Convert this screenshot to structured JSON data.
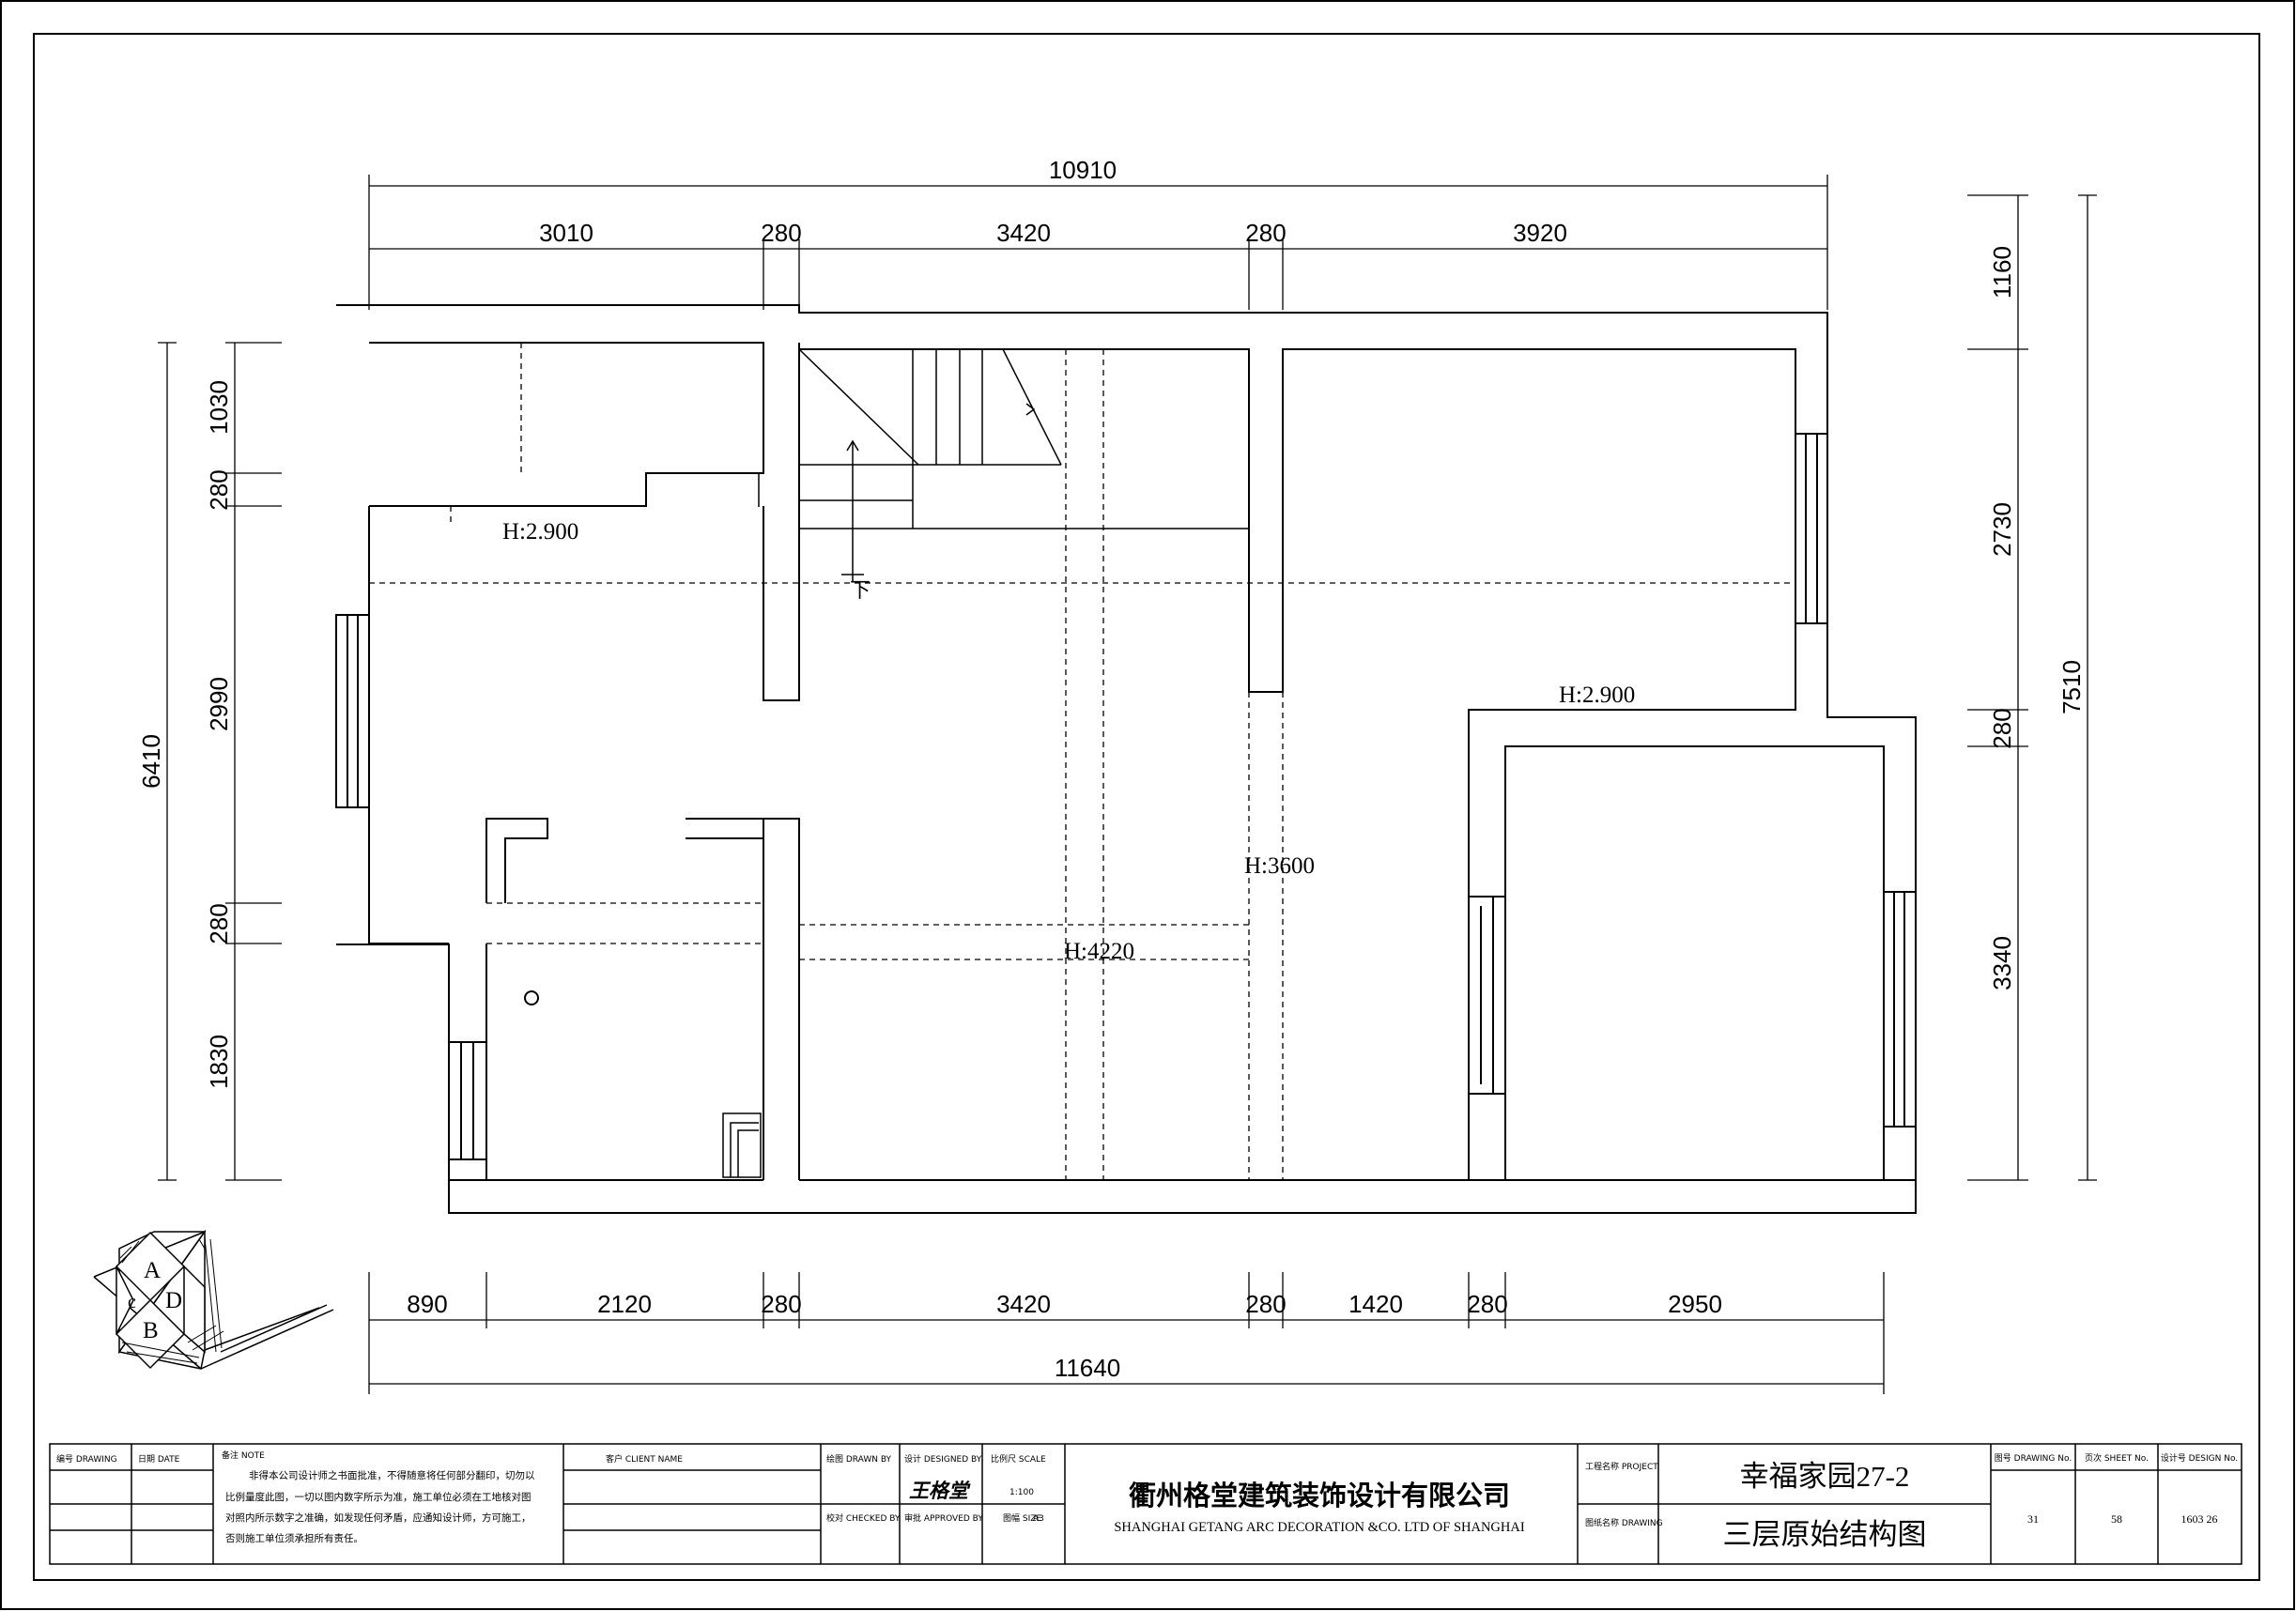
{
  "plan": {
    "dimensions": {
      "top_total": "10910",
      "top_segments": [
        "3010",
        "280",
        "3420",
        "280",
        "3920"
      ],
      "bottom_segments": [
        "890",
        "2120",
        "280",
        "3420",
        "280",
        "1420",
        "280",
        "2950"
      ],
      "bottom_total": "11640",
      "left_segments": [
        "1030",
        "280",
        "2990",
        "280",
        "1830"
      ],
      "left_total": "6410",
      "right_segments": [
        "1160",
        "2730",
        "280",
        "3340"
      ],
      "right_total": "7510"
    },
    "heights": {
      "upper_left": "H:2.900",
      "right_room": "H:2.900",
      "corridor": "H:3600",
      "center": "H:4220"
    },
    "stair_label": "下"
  },
  "compass": {
    "a": "A",
    "b": "B",
    "c": "c",
    "d": "D"
  },
  "title_block": {
    "drawing_no_label": "编号 DRAWING",
    "date_label": "日期 DATE",
    "remarks_label": "备注 NOTE",
    "note_lines": [
      "非得本公司设计师之书面批准，不得随意将任何部分翻印，切勿以",
      "比例量度此图，一切以图内数字所示为准，施工单位必须在工地核对图",
      "对照内所示数字之准确，如发现任何矛盾，应通知设计师，方可施工，",
      "否则施工单位须承担所有责任。"
    ],
    "client_label": "客户 CLIENT NAME",
    "drawn_label": "绘图 DRAWN BY",
    "checked_label": "校对 CHECKED BY",
    "designer_label": "设计 DESIGNED BY",
    "approved_label": "审批 APPROVED BY",
    "scale_label": "比例尺 SCALE",
    "scale_value": "1:100",
    "sheet_size_label": "图幅 SIZE",
    "sheet_size_value": "A3",
    "signature": "王格堂",
    "company_cn": "衢州格堂建筑装饰设计有限公司",
    "company_en": "SHANGHAI GETANG ARC DECORATION  &CO. LTD OF SHANGHAI",
    "project_label": "工程名称 PROJECT",
    "drawing_name_label": "图纸名称 DRAWING",
    "project_name": "幸福家园27-2",
    "drawing_title": "三层原始结构图",
    "drawing_number_label": "图号 DRAWING No.",
    "drawing_number": "31",
    "sheet_no_label": "页次 SHEET No.",
    "sheet_no": "58",
    "design_no_label": "设计号 DESIGN No.",
    "design_no": "1603 26"
  }
}
